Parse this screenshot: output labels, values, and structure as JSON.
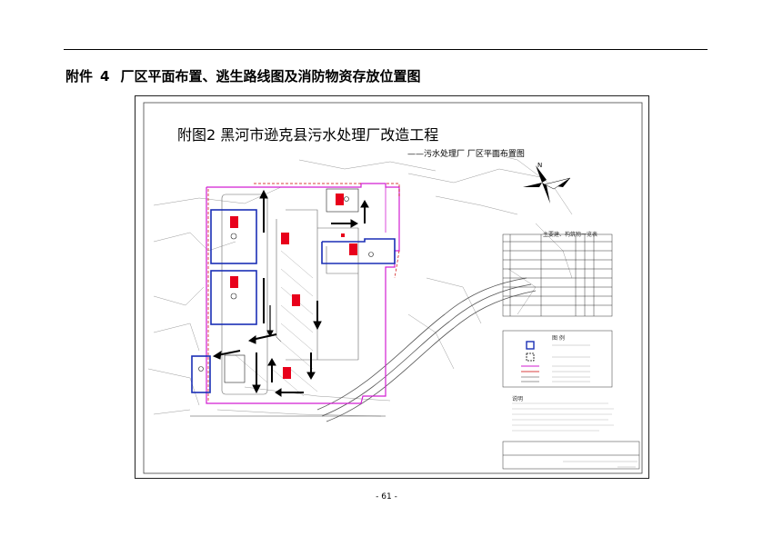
{
  "header": {
    "prefix": "附件",
    "number": "4",
    "title": "厂区平面布置、逃生路线图及消防物资存放位置图"
  },
  "drawing": {
    "title": "附图2 黑河市逊克县污水处理厂改造工程",
    "subtitle": "——污水处理厂 厂区平面布置图",
    "table_title": "主要建、构筑物一览表",
    "legend_title": "图  例",
    "notes_title": "说明"
  },
  "footer": {
    "page_number": "- 61 -"
  },
  "colors": {
    "building_outline": "#1a2fb5",
    "fire_supply": "#e8001b",
    "fence": "#d21ed2",
    "escape_arrow": "#000000",
    "map_lines": "#9a9a9a"
  }
}
